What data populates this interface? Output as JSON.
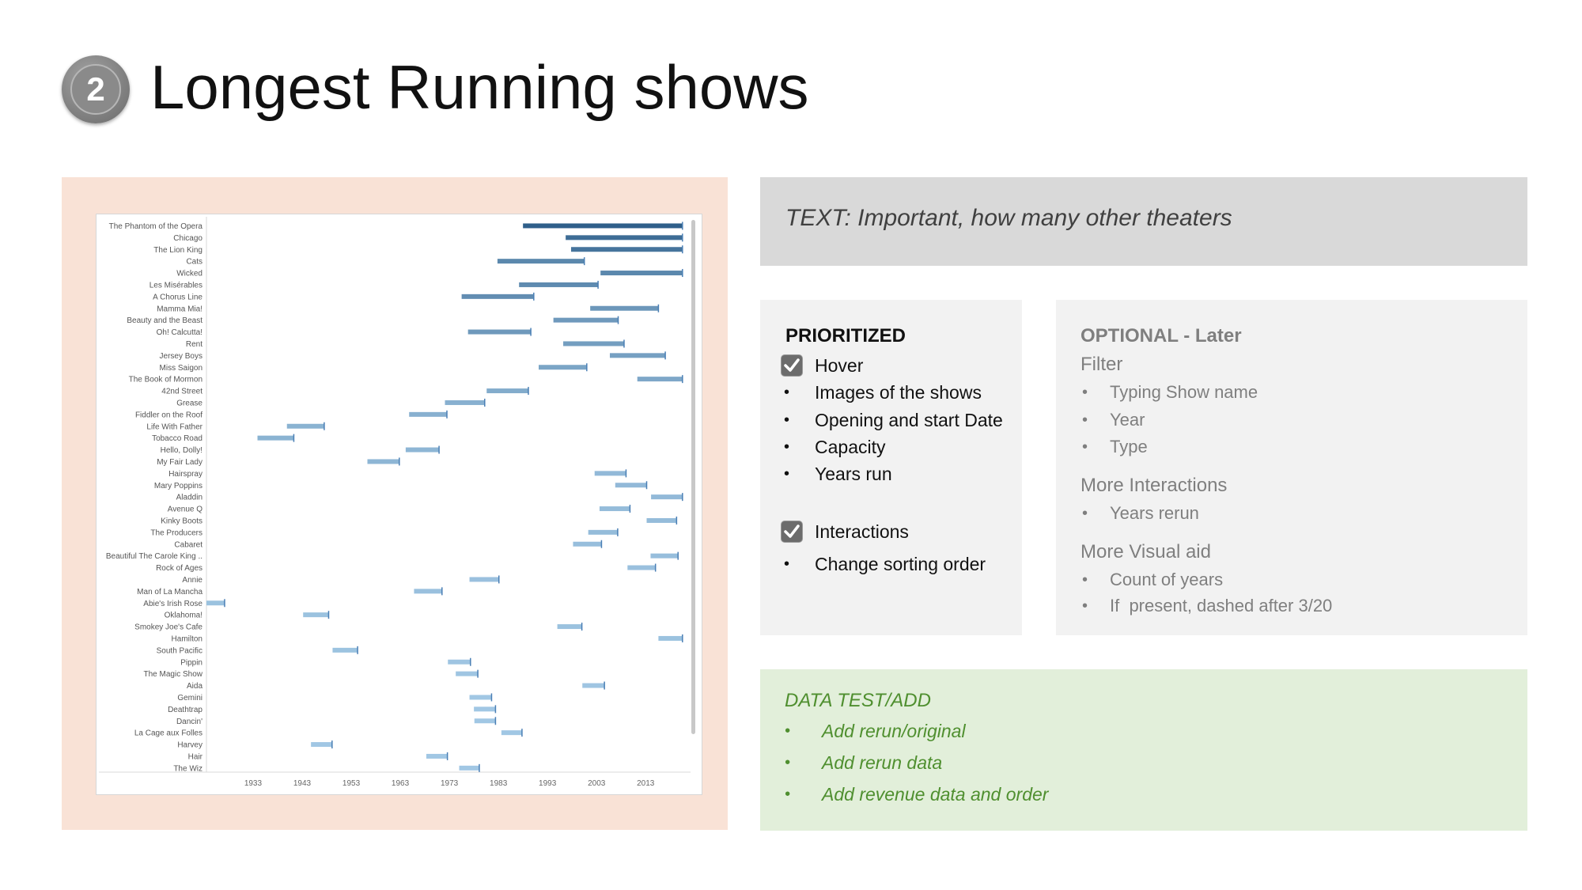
{
  "page": {
    "badge_number": "2",
    "title": "Longest Running shows"
  },
  "text_box": {
    "text": "TEXT: Important, how many other theaters"
  },
  "prioritized": {
    "title": "PRIORITIZED",
    "group1_label": "Hover",
    "group1_items": [
      "Images of the shows",
      "Opening and start Date",
      "Capacity",
      "Years run"
    ],
    "group2_label": "Interactions",
    "group2_items": [
      "Change sorting order"
    ]
  },
  "optional": {
    "title": "OPTIONAL - Later",
    "filter_label": "Filter",
    "filter_items": [
      "Typing Show name",
      "Year",
      "Type"
    ],
    "interactions_label": "More Interactions",
    "interactions_items": [
      "Years rerun"
    ],
    "visual_label": "More Visual aid",
    "visual_items": [
      "Count of years",
      "If  present, dashed after 3/20"
    ]
  },
  "data_test": {
    "title": "DATA TEST/ADD",
    "items": [
      "Add rerun/original",
      "Add rerun data",
      "Add revenue data and order"
    ]
  },
  "colors": {
    "panel_bg": "#f9e2d6",
    "bar_dark": "#2f5f8a",
    "bar_light": "#aed3ee",
    "end_tick": "#4a7fb5"
  },
  "chart_data": {
    "type": "gantt",
    "x_ticks": [
      1933,
      1943,
      1953,
      1963,
      1973,
      1983,
      1993,
      2003,
      2013
    ],
    "x_range": [
      1923.5,
      2021.5
    ],
    "shows": [
      {
        "name": "The Phantom of the Opera",
        "start": 1988,
        "end": 2020.5,
        "shade": 1.0
      },
      {
        "name": "Chicago",
        "start": 1996.7,
        "end": 2020.5,
        "shade": 0.88
      },
      {
        "name": "The Lion King",
        "start": 1997.8,
        "end": 2020.5,
        "shade": 0.82
      },
      {
        "name": "Cats",
        "start": 1982.8,
        "end": 2000.5,
        "shade": 0.65
      },
      {
        "name": "Wicked",
        "start": 2003.8,
        "end": 2020.5,
        "shade": 0.65
      },
      {
        "name": "Les Misérables",
        "start": 1987.2,
        "end": 2003.3,
        "shade": 0.62
      },
      {
        "name": "A Chorus Line",
        "start": 1975.5,
        "end": 1990.2,
        "shade": 0.6
      },
      {
        "name": "Mamma Mia!",
        "start": 2001.7,
        "end": 2015.6,
        "shade": 0.52
      },
      {
        "name": "Beauty and the Beast",
        "start": 1994.2,
        "end": 2007.4,
        "shade": 0.5
      },
      {
        "name": "Oh! Calcutta!",
        "start": 1976.8,
        "end": 1989.6,
        "shade": 0.5
      },
      {
        "name": "Rent",
        "start": 1996.2,
        "end": 2008.6,
        "shade": 0.46
      },
      {
        "name": "Jersey Boys",
        "start": 2005.7,
        "end": 2017.0,
        "shade": 0.44
      },
      {
        "name": "Miss Saigon",
        "start": 1991.2,
        "end": 2001.0,
        "shade": 0.4
      },
      {
        "name": "The Book of Mormon",
        "start": 2011.3,
        "end": 2020.5,
        "shade": 0.38
      },
      {
        "name": "42nd Street",
        "start": 1980.6,
        "end": 1989.1,
        "shade": 0.34
      },
      {
        "name": "Grease",
        "start": 1972.1,
        "end": 1980.2,
        "shade": 0.3
      },
      {
        "name": "Fiddler on the Roof",
        "start": 1964.8,
        "end": 1972.5,
        "shade": 0.3
      },
      {
        "name": "Life With Father",
        "start": 1939.9,
        "end": 1947.5,
        "shade": 0.28
      },
      {
        "name": "Tobacco Road",
        "start": 1933.9,
        "end": 1941.3,
        "shade": 0.28
      },
      {
        "name": "Hello, Dolly!",
        "start": 1964.1,
        "end": 1970.9,
        "shade": 0.25
      },
      {
        "name": "My Fair Lady",
        "start": 1956.3,
        "end": 1962.8,
        "shade": 0.25
      },
      {
        "name": "Hairspray",
        "start": 2002.6,
        "end": 2009.0,
        "shade": 0.22
      },
      {
        "name": "Mary Poppins",
        "start": 2006.8,
        "end": 2013.2,
        "shade": 0.22
      },
      {
        "name": "Aladdin",
        "start": 2014.1,
        "end": 2020.5,
        "shade": 0.22
      },
      {
        "name": "Avenue Q",
        "start": 2003.6,
        "end": 2009.8,
        "shade": 0.2
      },
      {
        "name": "Kinky Boots",
        "start": 2013.2,
        "end": 2019.3,
        "shade": 0.2
      },
      {
        "name": "The Producers",
        "start": 2001.3,
        "end": 2007.3,
        "shade": 0.2
      },
      {
        "name": "Cabaret",
        "start": 1998.2,
        "end": 2004.0,
        "shade": 0.18
      },
      {
        "name": "Beautiful The Carole King ..",
        "start": 2014.0,
        "end": 2019.6,
        "shade": 0.18
      },
      {
        "name": "Rock of Ages",
        "start": 2009.3,
        "end": 2015.0,
        "shade": 0.16
      },
      {
        "name": "Annie",
        "start": 1977.1,
        "end": 1983.1,
        "shade": 0.16
      },
      {
        "name": "Man of La Mancha",
        "start": 1965.8,
        "end": 1971.5,
        "shade": 0.16
      },
      {
        "name": "Abie's Irish Rose",
        "start": 1922.3,
        "end": 1927.2,
        "shade": 0.15
      },
      {
        "name": "Oklahoma!",
        "start": 1943.2,
        "end": 1948.4,
        "shade": 0.15
      },
      {
        "name": "Smokey Joe's Cafe",
        "start": 1995.0,
        "end": 2000.0,
        "shade": 0.15
      },
      {
        "name": "Hamilton",
        "start": 2015.6,
        "end": 2020.5,
        "shade": 0.15
      },
      {
        "name": "South Pacific",
        "start": 1949.2,
        "end": 1954.3,
        "shade": 0.14
      },
      {
        "name": "Pippin",
        "start": 1972.7,
        "end": 1977.3,
        "shade": 0.12
      },
      {
        "name": "The Magic Show",
        "start": 1974.3,
        "end": 1978.8,
        "shade": 0.12
      },
      {
        "name": "Aida",
        "start": 2000.1,
        "end": 2004.6,
        "shade": 0.12
      },
      {
        "name": "Gemini",
        "start": 1977.1,
        "end": 1981.6,
        "shade": 0.1
      },
      {
        "name": "Deathtrap",
        "start": 1978.0,
        "end": 1982.4,
        "shade": 0.1
      },
      {
        "name": "Dancin'",
        "start": 1978.1,
        "end": 1982.4,
        "shade": 0.1
      },
      {
        "name": "La Cage aux Folles",
        "start": 1983.6,
        "end": 1987.8,
        "shade": 0.1
      },
      {
        "name": "Harvey",
        "start": 1944.8,
        "end": 1949.1,
        "shade": 0.1
      },
      {
        "name": "Hair",
        "start": 1968.3,
        "end": 1972.6,
        "shade": 0.1
      },
      {
        "name": "The Wiz",
        "start": 1975.0,
        "end": 1979.1,
        "shade": 0.1
      }
    ]
  }
}
